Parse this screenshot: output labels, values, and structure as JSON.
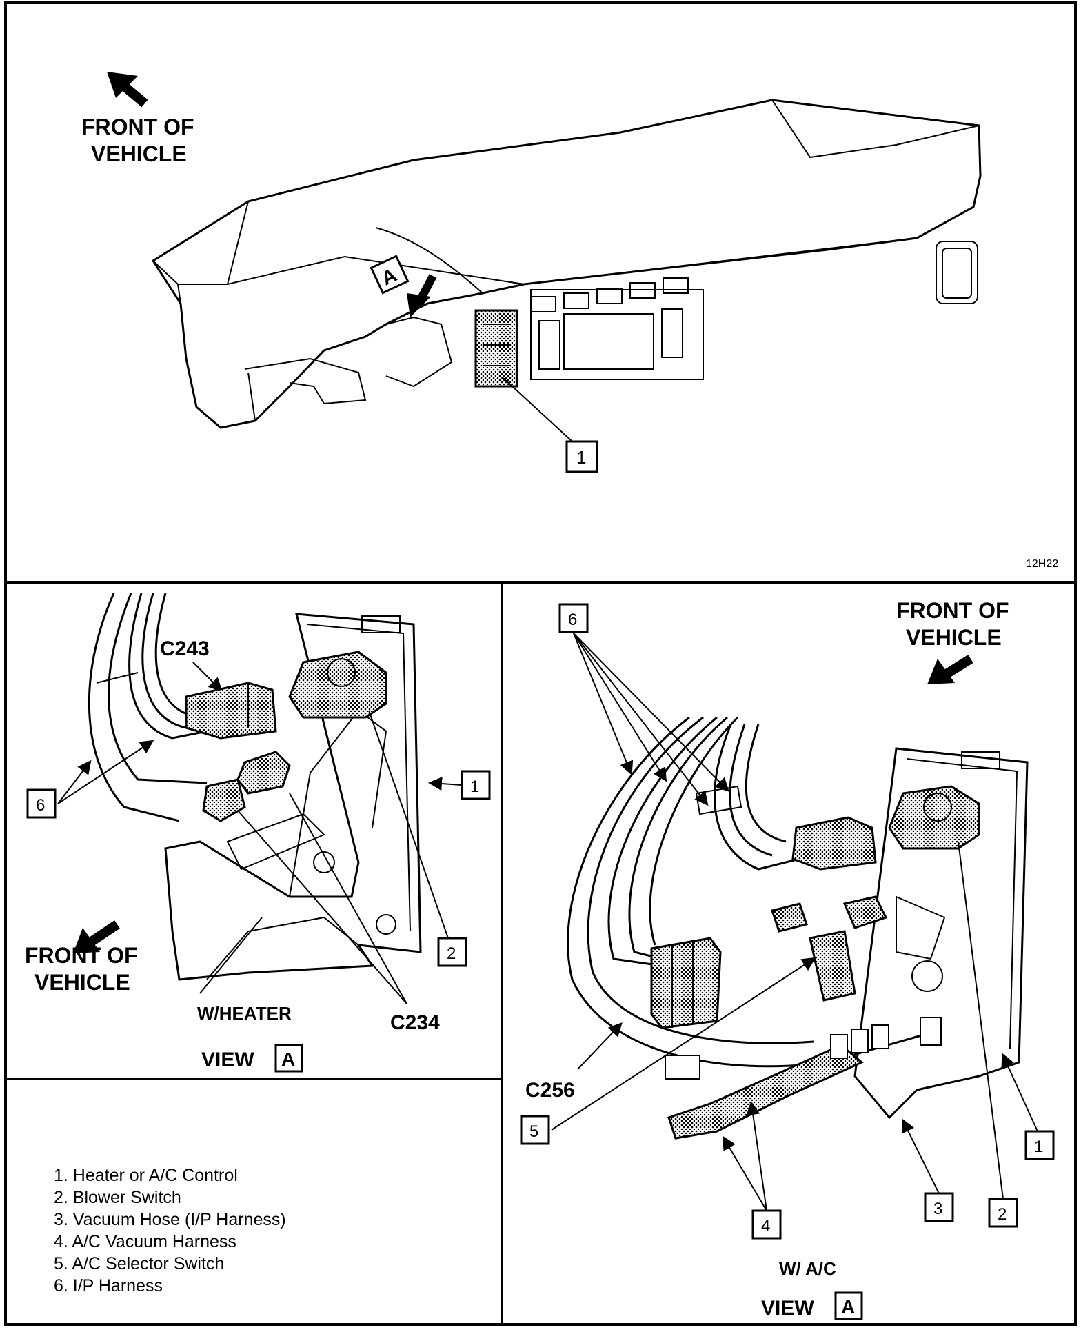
{
  "top_panel": {
    "front_line1": "FRONT OF",
    "front_line2": "VEHICLE",
    "view_marker": "A",
    "callout_1": "1",
    "figure_code": "12H22"
  },
  "heater_view": {
    "connector_c243": "C243",
    "connector_c234": "C234",
    "callout_1": "1",
    "callout_2": "2",
    "callout_6": "6",
    "front_line1": "FRONT OF",
    "front_line2": "VEHICLE",
    "variant_label": "W/HEATER",
    "view_label": "VIEW",
    "view_letter": "A"
  },
  "ac_view": {
    "callout_6": "6",
    "front_line1": "FRONT OF",
    "front_line2": "VEHICLE",
    "callout_1": "1",
    "connector_c256": "C256",
    "callout_5": "5",
    "callout_4": "4",
    "callout_3": "3",
    "callout_2": "2",
    "variant_label": "W/ A/C",
    "view_label": "VIEW",
    "view_letter": "A"
  },
  "legend": {
    "items": [
      "1.  Heater or A/C Control",
      "2.  Blower Switch",
      "3.  Vacuum Hose (I/P Harness)",
      "4.  A/C Vacuum Harness",
      "5.  A/C Selector Switch",
      "6.  I/P Harness"
    ]
  }
}
